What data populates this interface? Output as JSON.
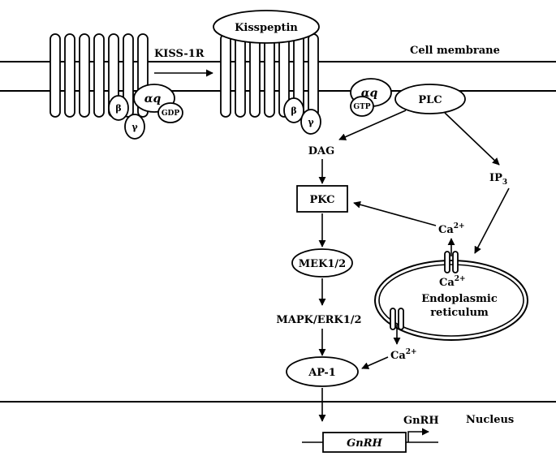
{
  "labels": {
    "kisspeptin": "Kisspeptin",
    "cell_membrane": "Cell membrane",
    "kiss1r": "KISS-1R",
    "alpha_q": "αq",
    "beta": "β",
    "gamma": "γ",
    "gdp": "GDP",
    "gtp": "GTP",
    "plc": "PLC",
    "dag": "DAG",
    "ip3": "IP",
    "ip3_sub": "3",
    "pkc": "PKC",
    "ca": "Ca",
    "ca_sup": "2+",
    "mek": "MEK1/2",
    "endoplasmic": "Endoplasmic",
    "reticulum": "reticulum",
    "mapk": "MAPK/ERK1/2",
    "ap1": "AP-1",
    "nucleus": "Nucleus",
    "gnrh_protein": "GnRH",
    "gnrh_gene": "GnRH"
  }
}
